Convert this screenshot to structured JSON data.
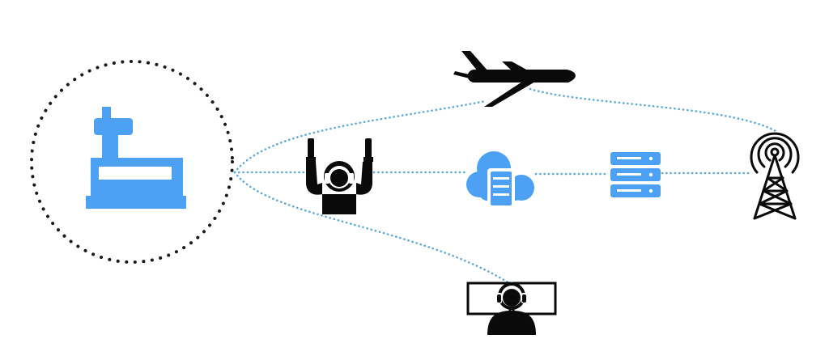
{
  "colors": {
    "accent": "#4ca1f5",
    "ink": "#0a0a0a",
    "ring": "#1a1a1a",
    "link": "#5aa8dc",
    "background": "#ffffff"
  },
  "nodes": [
    {
      "id": "control-tower",
      "icon": "control-tower-icon"
    },
    {
      "id": "airplane",
      "icon": "airplane-icon"
    },
    {
      "id": "ground-marshaller",
      "icon": "marshaller-icon"
    },
    {
      "id": "cloud-service",
      "icon": "cloud-server-icon"
    },
    {
      "id": "server-stack",
      "icon": "server-stack-icon"
    },
    {
      "id": "radio-tower",
      "icon": "radio-tower-icon"
    },
    {
      "id": "controller-workstation",
      "icon": "operator-workstation-icon"
    }
  ],
  "links": [
    {
      "from": "control-tower",
      "to": "airplane"
    },
    {
      "from": "control-tower",
      "to": "ground-marshaller"
    },
    {
      "from": "ground-marshaller",
      "to": "cloud-service"
    },
    {
      "from": "cloud-service",
      "to": "server-stack"
    },
    {
      "from": "server-stack",
      "to": "radio-tower"
    },
    {
      "from": "airplane",
      "to": "radio-tower"
    },
    {
      "from": "control-tower",
      "to": "controller-workstation"
    }
  ]
}
